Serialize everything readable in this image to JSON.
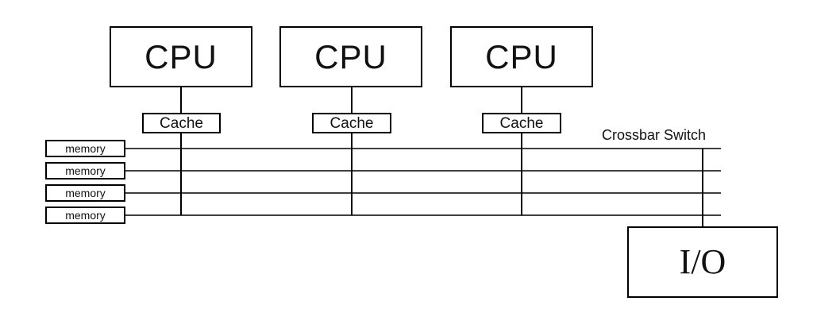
{
  "diagram": {
    "title": "Crossbar Switch",
    "cpus": [
      {
        "label": "CPU"
      },
      {
        "label": "CPU"
      },
      {
        "label": "CPU"
      }
    ],
    "caches": [
      {
        "label": "Cache"
      },
      {
        "label": "Cache"
      },
      {
        "label": "Cache"
      }
    ],
    "memories": [
      {
        "label": "memory"
      },
      {
        "label": "memory"
      },
      {
        "label": "memory"
      },
      {
        "label": "memory"
      }
    ],
    "io": {
      "label": "I/O"
    },
    "colors": {
      "line": "#000000",
      "box_border": "#000000",
      "background": "#ffffff",
      "text": "#111111"
    }
  }
}
